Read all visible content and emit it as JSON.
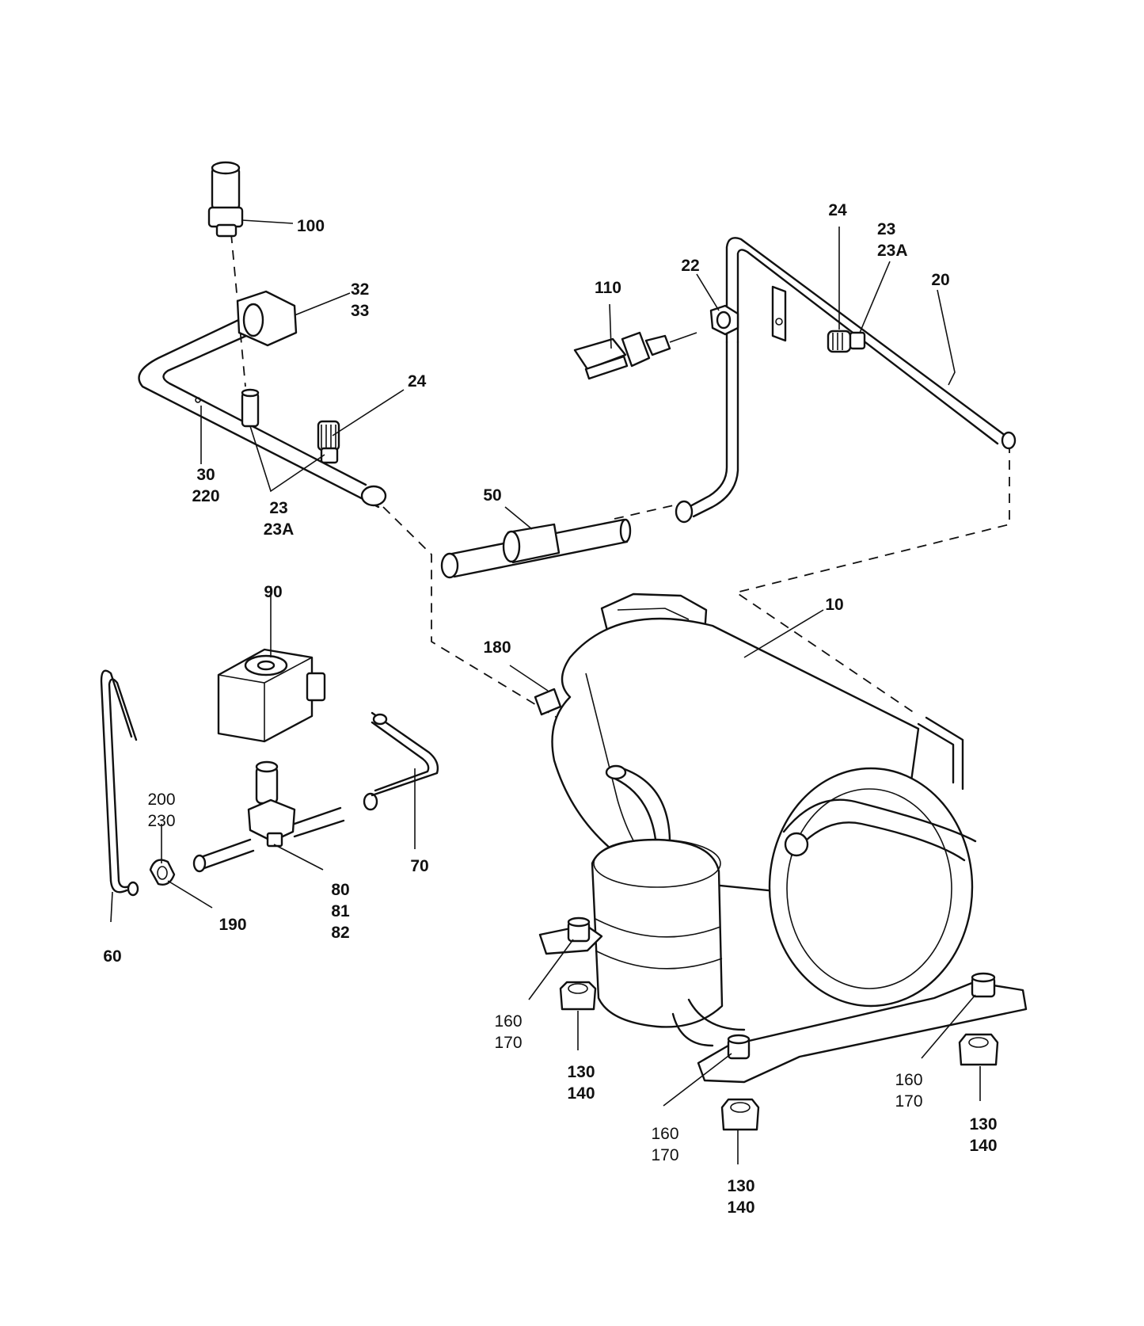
{
  "callouts": {
    "c100": [
      "100"
    ],
    "c32_33": [
      "32",
      "33"
    ],
    "c24_left": [
      "24"
    ],
    "c30_220": [
      "30",
      "220"
    ],
    "c23_left": [
      "23",
      "23A"
    ],
    "c110": [
      "110"
    ],
    "c22": [
      "22"
    ],
    "c24_right": [
      "24"
    ],
    "c23_right": [
      "23",
      "23A"
    ],
    "c20": [
      "20"
    ],
    "c50": [
      "50"
    ],
    "c10": [
      "10"
    ],
    "c180": [
      "180"
    ],
    "c90": [
      "90"
    ],
    "c200_230": [
      "200",
      "230"
    ],
    "c190": [
      "190"
    ],
    "c60": [
      "60"
    ],
    "c80_82": [
      "80",
      "81",
      "82"
    ],
    "c70": [
      "70"
    ],
    "c160_a": [
      "160",
      "170"
    ],
    "c130_a": [
      "130",
      "140"
    ],
    "c160_b": [
      "160",
      "170"
    ],
    "c130_b": [
      "130",
      "140"
    ],
    "c160_c": [
      "160",
      "170"
    ],
    "c130_c": [
      "130",
      "140"
    ]
  }
}
